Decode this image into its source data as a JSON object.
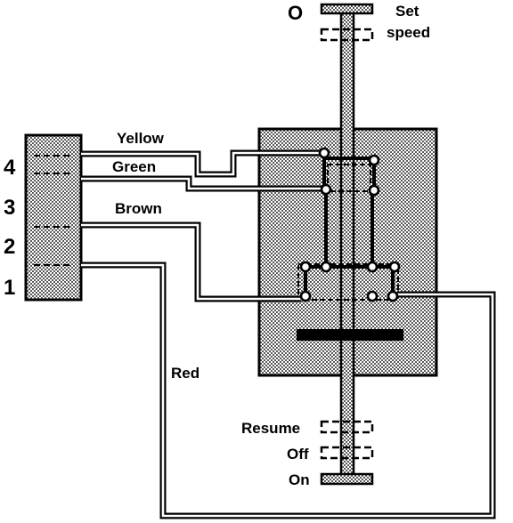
{
  "diagram": {
    "position_labels_top": {
      "zero": "O",
      "set_line1": "Set",
      "set_line2": "speed"
    },
    "connector_pins": [
      "4",
      "3",
      "2",
      "1"
    ],
    "wire_labels": {
      "yellow": "Yellow",
      "green": "Green",
      "brown": "Brown",
      "red": "Red"
    },
    "position_labels_bottom": {
      "resume": "Resume",
      "off": "Off",
      "on": "On"
    },
    "colors": {
      "ink": "#000000",
      "paper": "#ffffff",
      "hatch": "#bdbdbd"
    }
  }
}
